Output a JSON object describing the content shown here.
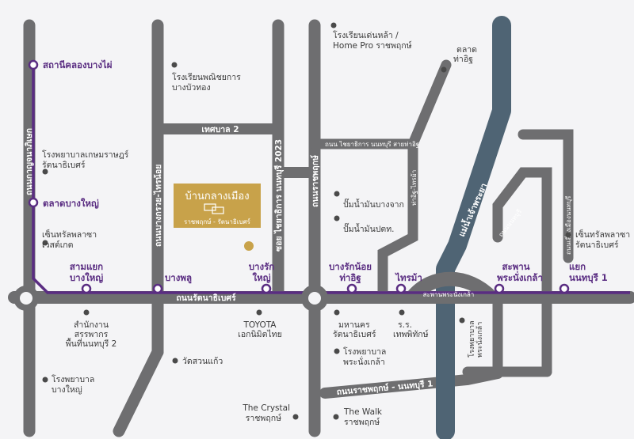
{
  "colors": {
    "background": "#f4f4f6",
    "road": "#6e6e70",
    "river": "#4f6474",
    "metro_line": "#5a2d82",
    "project_box": "#c8a24a",
    "poi_dot": "#4a4a4a"
  },
  "icons": [
    "poi-dot-icon",
    "station-circle-icon",
    "roundabout-icon",
    "project-logo-icon"
  ],
  "project": {
    "name": "บ้านกลางเมือง",
    "subtitle": "ราชพฤกษ์ - รัตนาธิเบศร์"
  },
  "stations": {
    "khlong_bang_phai": "สถานีคลองบางไผ่",
    "talad_bang_yai": "ตลาดบางใหญ่",
    "sam_yaek_bang_yai_1": "สามแยก",
    "sam_yaek_bang_yai_2": "บางใหญ่",
    "bang_phlu": "บางพลู",
    "bang_rak_yai_1": "บางรัก",
    "bang_rak_yai_2": "ใหญ่",
    "bang_rak_noi_1": "บางรักน้อย",
    "bang_rak_noi_2": "ท่าอิฐ",
    "sai_ma": "ไทรม้า",
    "saphan_1": "สะพาน",
    "saphan_2": "พระนั่งเกล้า",
    "yaek_1": "แยก",
    "yaek_2": "นนทบุรี 1"
  },
  "roads": {
    "kanchanaphisek": "ถนนกาญจนาภิเษก",
    "bang_kruai_sai_noi": "ถนนบางกรวย-ไทรน้อย",
    "soi_2023": "ซอย ไชยาธิการ นนทบุรี 2023",
    "ratchaphruek": "ถนนราชพฤกษ์",
    "rattanathibet": "ถนนรัตนาธิเบศร์",
    "thetsaban_2": "เทศบาล 2",
    "tha_it_sai_ma": "ท่าอิฐ-ไทรม้า",
    "soi_tha_it": "ถนน ไชยาธิการ นนทบุรี สายท่าอิฐ",
    "nonthaburi": "ถนนนนทบุรี",
    "lang_mueang": "ถนนเลี่ยงเมืองนนทบุรี",
    "river": "แม่น้ำเจ้าพระยา",
    "bridge": "สะพานพระนั่งเกล้า",
    "ratchaphruek_nonthaburi_1": "ถนนราชพฤกษ์ - นนทบุรี 1"
  },
  "pois": {
    "dentla_1": "โรงเรียนเด่นหล้า /",
    "dentla_2": "Home Pro ราชพฤกษ์",
    "talad_tha_it_1": "ตลาด",
    "talad_tha_it_2": "ท่าอิฐ",
    "phanit_1": "โรงเรียนพณิชยการ",
    "phanit_2": "บางบัวทอง",
    "kasem_1": "โรงพยาบาลเกษมราษฎร์",
    "kasem_2": "รัตนาธิเบศร์",
    "central_westgate_1": "เซ็นทรัลพลาซา",
    "central_westgate_2": "เวสต์เกต",
    "pump_bangchak": "ปั๊มน้ำมันบางจาก",
    "pump_ptt": "ปั๊มน้ำมันปตท.",
    "central_ratta_1": "เซ็นทรัลพลาซา",
    "central_ratta_2": "รัตนาธิเบศร์",
    "revenue_1": "สำนักงาน",
    "revenue_2": "สรรพากร",
    "revenue_3": "พื้นที่นนทบุรี 2",
    "toyota_1": "TOYOTA",
    "toyota_2": "เอกนิมิตไทย",
    "makro_1": "มหานคร",
    "makro_2": "รัตนาธิเบศร์",
    "thep_1": "ร.ร.",
    "thep_2": "เทพพิทักษ์",
    "hosp_phra_1": "โรงพยาบาล",
    "hosp_phra_2": "พระนั่งเกล้า",
    "hosp_phra_b_1": "โรงพยาบาล",
    "hosp_phra_b_2": "พระนั่งเกล้า",
    "wat_suan_kaew": "วัดสวนแก้ว",
    "hosp_bang_yai_1": "โรงพยาบาล",
    "hosp_bang_yai_2": "บางใหญ่",
    "crystal_1": "The Crystal",
    "crystal_2": "ราชพฤกษ์",
    "walk_1": "The Walk",
    "walk_2": "ราชพฤกษ์"
  }
}
